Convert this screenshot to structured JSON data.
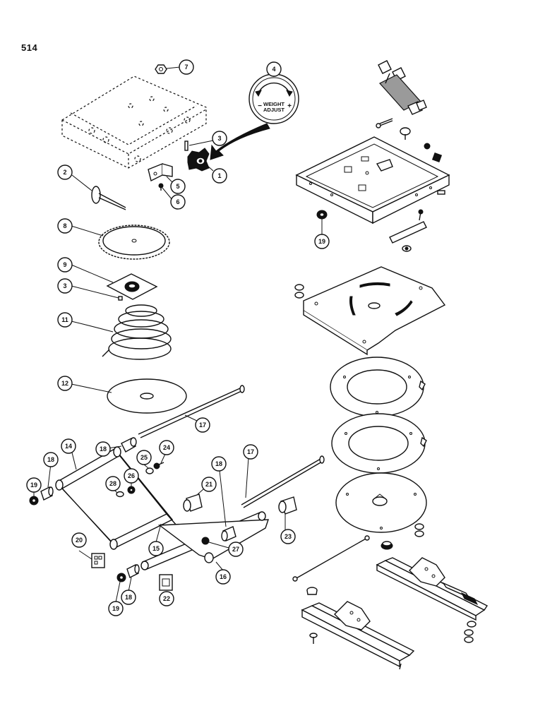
{
  "page": {
    "number": "514"
  },
  "dial": {
    "line1": "WEIGHT",
    "line2": "ADJUST",
    "minus": "−",
    "plus": "+"
  },
  "callouts": [
    "1",
    "2",
    "3",
    "4",
    "5",
    "6",
    "7",
    "8",
    "9",
    "3",
    "11",
    "12",
    "14",
    "15",
    "16",
    "17",
    "17",
    "18",
    "18",
    "18",
    "18",
    "19",
    "19",
    "19",
    "20",
    "21",
    "22",
    "23",
    "24",
    "25",
    "26",
    "27",
    "28"
  ]
}
